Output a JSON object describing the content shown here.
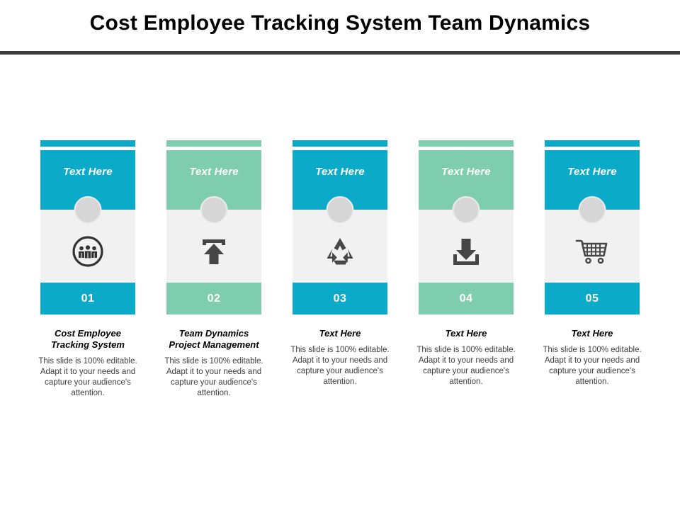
{
  "slide": {
    "title": "Cost Employee Tracking System Team Dynamics"
  },
  "colors": {
    "cyan": "#0caac9",
    "green": "#7fcdaf",
    "body_gray": "#f1f1f1",
    "bubble_gray": "#d6d6d6",
    "icon_dark": "#464646",
    "rule_dark": "#3b3b3b",
    "title_black": "#000000"
  },
  "cards": [
    {
      "header_label": "Text Here",
      "number": "01",
      "icon": "team-people-circle-icon",
      "accent": "#0caac9",
      "caption_heading": "Cost Employee Tracking System",
      "caption_body": "This slide is 100% editable. Adapt it to your needs and capture your audience's attention."
    },
    {
      "header_label": "Text Here",
      "number": "02",
      "icon": "upload-arrow-icon",
      "accent": "#7fcdaf",
      "caption_heading": "Team Dynamics Project Management",
      "caption_body": "This slide is 100% editable. Adapt it to your needs and capture your audience's attention."
    },
    {
      "header_label": "Text Here",
      "number": "03",
      "icon": "recycle-icon",
      "accent": "#0caac9",
      "caption_heading": "Text Here",
      "caption_body": "This slide is 100% editable. Adapt it to your needs and capture your audience's attention."
    },
    {
      "header_label": "Text Here",
      "number": "04",
      "icon": "download-arrow-icon",
      "accent": "#7fcdaf",
      "caption_heading": "Text Here",
      "caption_body": "This slide is 100% editable. Adapt it to your needs and capture your audience's attention."
    },
    {
      "header_label": "Text Here",
      "number": "05",
      "icon": "shopping-cart-icon",
      "accent": "#0caac9",
      "caption_heading": "Text Here",
      "caption_body": "This slide is 100% editable. Adapt it to your needs and capture your audience's attention."
    }
  ]
}
